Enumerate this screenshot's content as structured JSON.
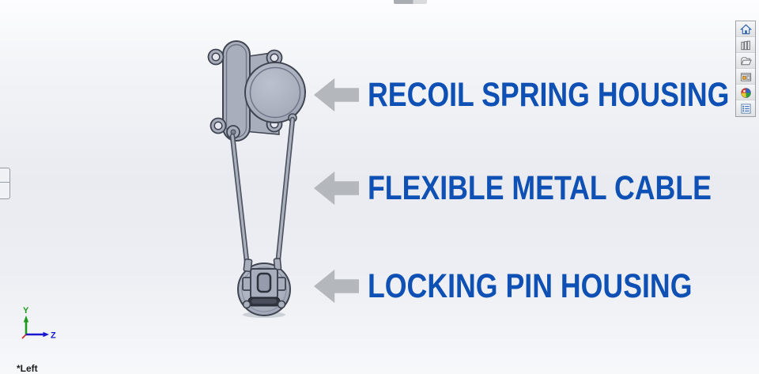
{
  "viewport": {
    "view_label": "*Left"
  },
  "annotations": [
    {
      "label": "RECOIL SPRING HOUSING"
    },
    {
      "label": "FLEXIBLE METAL CABLE"
    },
    {
      "label": "LOCKING PIN HOUSING"
    }
  ],
  "style": {
    "label_color": "#0e50b4",
    "arrow_color": "#b4b8bd",
    "model_body_color": "#a9aebc",
    "model_edge_color": "#3f4450",
    "background_mid": "#e9ebf1"
  },
  "triad": {
    "y_label": "Y",
    "z_label": "Z",
    "y_color": "#1f9a1f",
    "z_color": "#1818cf",
    "x_color": "#cc2222"
  },
  "task_pane": {
    "icons": [
      {
        "name": "home-icon"
      },
      {
        "name": "design-library-icon"
      },
      {
        "name": "file-explorer-icon"
      },
      {
        "name": "view-palette-icon"
      },
      {
        "name": "appearances-icon"
      },
      {
        "name": "custom-properties-icon"
      }
    ]
  }
}
